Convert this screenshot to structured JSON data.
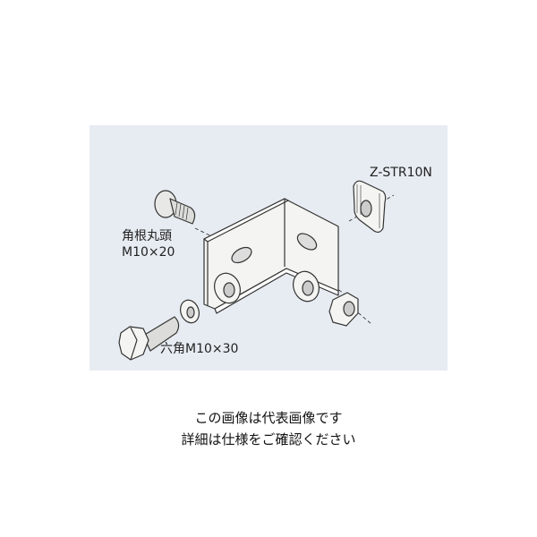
{
  "diagram": {
    "labels": {
      "t_nut": "Z-STR10N",
      "carriage_bolt_line1": "角根丸頭",
      "carriage_bolt_line2": "M10×20",
      "hex_bolt": "六角M10×30"
    }
  },
  "caption": {
    "line1": "この画像は代表画像です",
    "line2": "詳細は仕様をご確認ください"
  },
  "colors": {
    "panel": "#e7ecf2",
    "part_fill": "#f4f4f2",
    "stroke": "#333333"
  }
}
